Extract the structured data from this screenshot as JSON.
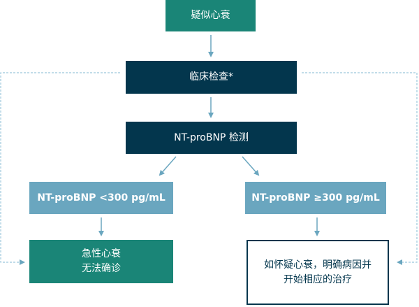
{
  "nodes": {
    "suspected_hf": "疑似心衰",
    "clinical_exam": "临床检查*",
    "ntprobnp_test": "NT-proBNP 检测",
    "low_result": "NT-proBNP <300 pg/mL",
    "high_result": "NT-proBNP ≥300 pg/mL",
    "acute_hf_excluded_line1": "急性心衰",
    "acute_hf_excluded_line2": "无法确诊",
    "treat_line1": "如怀疑心衰，明确病因并",
    "treat_line2": "开始相应的治疗"
  },
  "colors": {
    "teal": "#1a8577",
    "navy": "#03364d",
    "blue": "#6aa6bf",
    "arrow": "#6aa6bf",
    "dashed": "#9cc8dc"
  }
}
